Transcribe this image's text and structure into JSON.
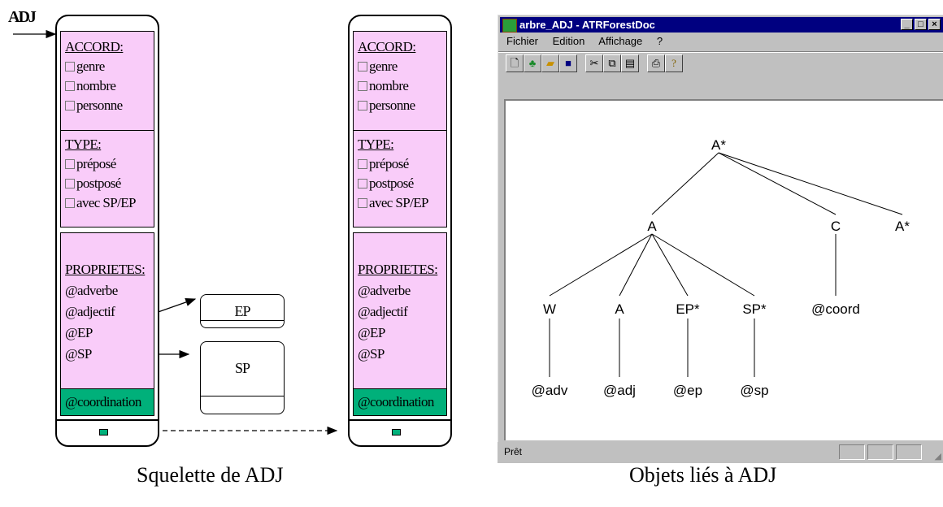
{
  "left_diagram": {
    "adj_label": "ADJ",
    "accord": {
      "title": "ACCORD:",
      "items": [
        "genre",
        "nombre",
        "personne"
      ]
    },
    "type": {
      "title": "TYPE:",
      "items": [
        "préposé",
        "postposé",
        "avec SP/EP"
      ]
    },
    "proprietes": {
      "title": "PROPRIETES:",
      "items": [
        "@adverbe",
        "@adjectif",
        "@EP",
        "@SP"
      ]
    },
    "coordination": "@coordination",
    "ep_box": "EP",
    "sp_box": "SP"
  },
  "right_skeleton": {
    "accord": {
      "title": "ACCORD:",
      "items": [
        "genre",
        "nombre",
        "personne"
      ]
    },
    "type": {
      "title": "TYPE:",
      "items": [
        "préposé",
        "postposé",
        "avec SP/EP"
      ]
    },
    "proprietes": {
      "title": "PROPRIETES:",
      "items": [
        "@adverbe",
        "@adjectif",
        "@EP",
        "@SP"
      ]
    },
    "coordination": "@coordination"
  },
  "window": {
    "title": "arbre_ADJ - ATRForestDoc",
    "menu": [
      "Fichier",
      "Edition",
      "Affichage",
      "?"
    ],
    "status": "Prêt",
    "toolbar_icons": [
      "new-doc-icon",
      "tree-icon",
      "open-folder-icon",
      "save-icon",
      "cut-icon",
      "copy-icon",
      "paste-icon",
      "print-icon",
      "help-icon"
    ]
  },
  "tree": {
    "root": "A*",
    "level1": [
      "A",
      "C",
      "A*"
    ],
    "level2": [
      "W",
      "A",
      "EP*",
      "SP*",
      "@coord"
    ],
    "leaves": [
      "@adv",
      "@adj",
      "@ep",
      "@sp"
    ]
  },
  "captions": {
    "left": "Squelette de ADJ",
    "right": "Objets liés à ADJ"
  },
  "colors": {
    "section_fill": "#f9ccf9",
    "coordination_fill": "#00b07a",
    "titlebar": "#000080"
  }
}
